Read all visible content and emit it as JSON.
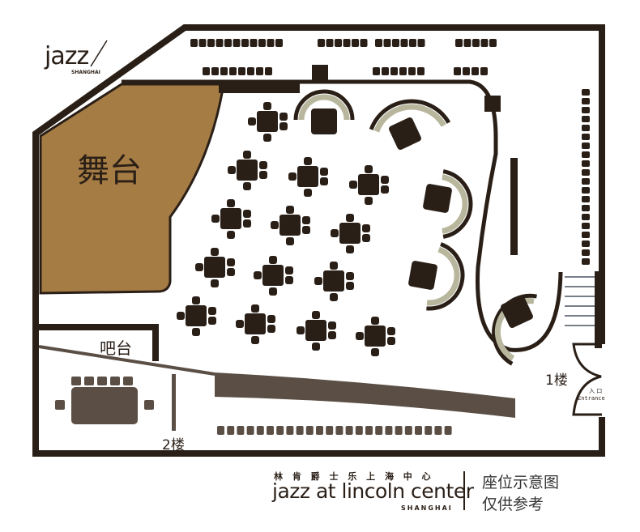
{
  "logo": {
    "word": "jazz",
    "sub": "SHANGHAI"
  },
  "labels": {
    "stage": "舞台",
    "bar": "吧台",
    "floor1": "1楼",
    "floor2": "2楼",
    "entrance_cn": "入 口",
    "entrance_en": "Entrance"
  },
  "footer": {
    "cn_name": "林 肯 爵 士 乐 上 海 中 心",
    "en_name": "jazz at lincoln center",
    "city": "SHANGHAI",
    "note_line1": "座位示意图",
    "note_line2": "仅供参考"
  },
  "colors": {
    "wall": "#2a1f17",
    "stage": "#a67c45",
    "booth_arc": "#b8b79e",
    "band": "#5b4f45"
  }
}
